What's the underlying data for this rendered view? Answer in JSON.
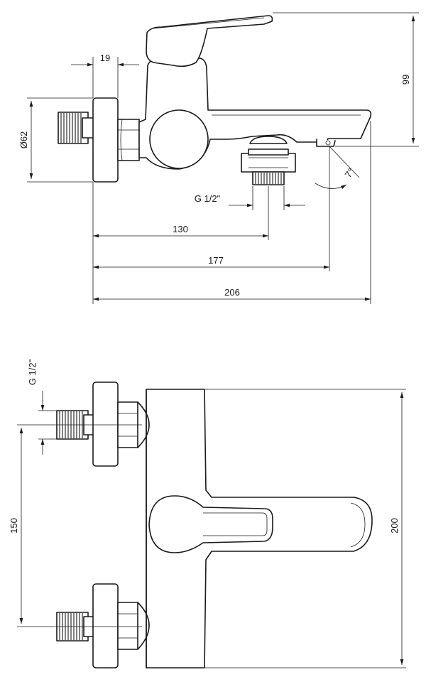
{
  "drawing": {
    "side_view": {
      "dims": {
        "flange_width": "19",
        "flange_diameter": "Ø62",
        "height": "99",
        "outlet_thread": "G 1/2\"",
        "outlet_distance": "130",
        "spout_distance": "177",
        "total_length": "206",
        "spout_angle": "7°"
      }
    },
    "top_view": {
      "dims": {
        "inlet_thread": "G 1/2\"",
        "inlet_spacing": "150",
        "body_width": "200"
      }
    },
    "colors": {
      "line": "#1a1a1a",
      "background": "#ffffff"
    }
  }
}
